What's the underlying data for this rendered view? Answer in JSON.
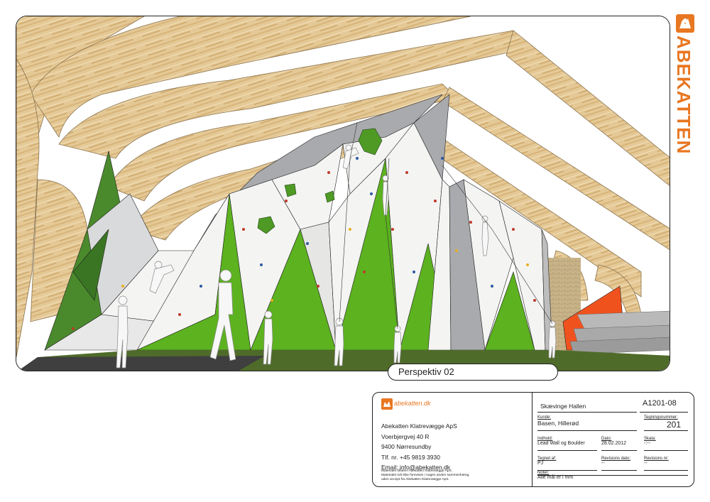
{
  "brand": {
    "wordmark": "ABEKATTEN",
    "accent_color": "#e87722",
    "logo_icon": "monkey-logo-icon"
  },
  "render": {
    "caption": "Perspektiv 02",
    "colors": {
      "wood": "#e3c89a",
      "wall_white": "#f4f4f2",
      "wall_grey": "#a9aaad",
      "wall_green": "#5cb21f",
      "stairs_orange": "#f0521e",
      "floor": "#3f3f3f",
      "floor_green": "#4f6b2a"
    }
  },
  "title_block": {
    "logo_text": "abekatten.dk",
    "company": {
      "name": "Abekatten Klatrevægge ApS",
      "street": "Voerbjergvej 40 R",
      "city": "9400 Nørresundby",
      "phone": "Tlf. nr.  +45 9819 3930",
      "email": "Email: info@abekatten.dk"
    },
    "disclaimer": [
      "Materialet tilhører Abekatten Klatrevægge ApS.",
      "Materialet må ikke forevises i nogen anden sammenhæng,",
      "uden accept fra Abekatten Klatrevægge ApS."
    ],
    "project": "Skævinge Hallen",
    "drawing_id": "A1201-08",
    "fields": {
      "kunde_label": "Kunde:",
      "kunde_value": "Basen, Hillerød",
      "tegningsnummer_label": "Tegningsnummer:",
      "tegningsnummer_value": "201",
      "indhold_label": "Indhold:",
      "indhold_value": "Lead Wall og Boulder",
      "dato_label": "Dato:",
      "dato_value": "28.02.2012",
      "skala_label": "Skala:",
      "skala_value": "-:--",
      "tegnet_label": "Tegnet af:",
      "tegnet_value": "PJ",
      "rev_dato_label": "Revisions dato:",
      "rev_dato_value": "--",
      "rev_nr_label": "Revisions nr:",
      "rev_nr_value": "--",
      "noter_label": "Noter:",
      "noter_value": "Alle mål er i mm"
    }
  }
}
